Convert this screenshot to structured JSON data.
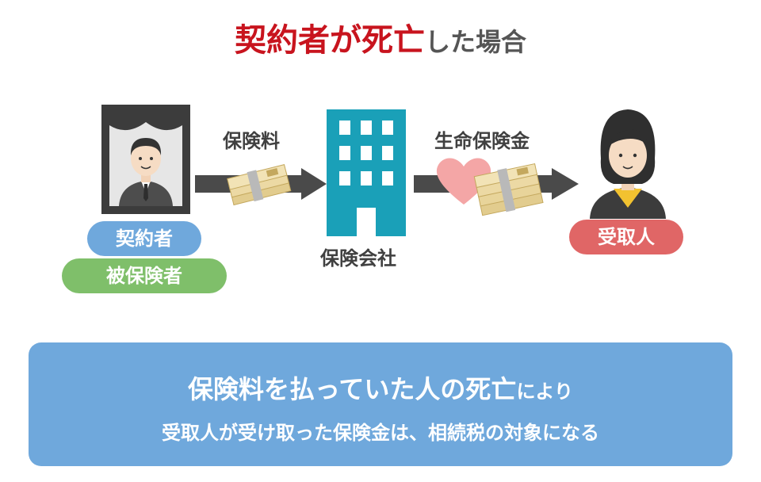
{
  "title": {
    "emphasis": "契約者が死亡",
    "rest": "した場合"
  },
  "left": {
    "premium_label": "保険料",
    "badge_contractor": "契約者",
    "badge_insured": "被保険者"
  },
  "center": {
    "company_label": "保険会社"
  },
  "right": {
    "payout_label": "生命保険金",
    "badge_recipient": "受取人"
  },
  "summary": {
    "line1_main": "保険料を払っていた人の死亡",
    "line1_suffix": "により",
    "line2": "受取人が受け取った保険金は、相続税の対象になる"
  },
  "colors": {
    "title_red": "#c8141e",
    "contractor_blue": "#6fa8dc",
    "insured_green": "#7fbf6a",
    "recipient_red": "#e06666",
    "building_teal": "#1aa0b8",
    "arrow_gray": "#4a4a4a",
    "heart_pink": "#f4a6a6",
    "money_tan": "#e8d49a"
  },
  "icons": [
    "portrait-frame-icon",
    "deceased-man-icon",
    "money-stack-icon",
    "building-icon",
    "heart-icon",
    "woman-icon",
    "arrow-right-icon"
  ]
}
